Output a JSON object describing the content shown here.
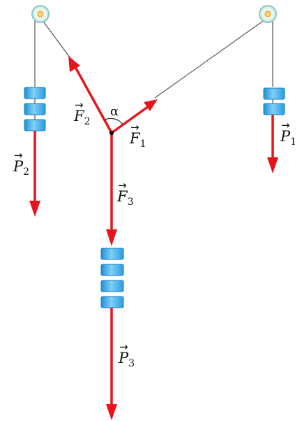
{
  "colors": {
    "force": "#e8141c",
    "rope": "#555555",
    "pulley_rim": "#9fd6cf",
    "pulley_fill": "#e3f4f1",
    "pulley_hub": "#f2b02f",
    "weight_dark": "#1f8fd6",
    "weight_light": "#7fd0f5"
  },
  "labels": {
    "f1": {
      "letter": "F",
      "index": "1",
      "arrow": "→"
    },
    "f2": {
      "letter": "F",
      "index": "2",
      "arrow": "→"
    },
    "f3": {
      "letter": "F",
      "index": "3",
      "arrow": "→"
    },
    "p1": {
      "letter": "P",
      "index": "1",
      "arrow": "→"
    },
    "p2": {
      "letter": "P",
      "index": "2",
      "arrow": "→"
    },
    "p3": {
      "letter": "P",
      "index": "3",
      "arrow": "→"
    },
    "alpha": "α"
  },
  "icons": {
    "pulley": "pulley-icon",
    "weight": "weight-block"
  }
}
